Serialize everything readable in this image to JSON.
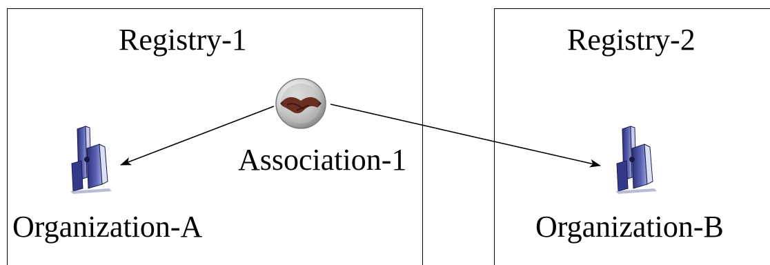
{
  "registries": [
    {
      "title": "Registry-1"
    },
    {
      "title": "Registry-2"
    }
  ],
  "association": {
    "label": "Association-1",
    "icon": "handshake-icon"
  },
  "organizations": [
    {
      "label": "Organization-A",
      "icon": "building-icon"
    },
    {
      "label": "Organization-B",
      "icon": "building-icon"
    }
  ]
}
